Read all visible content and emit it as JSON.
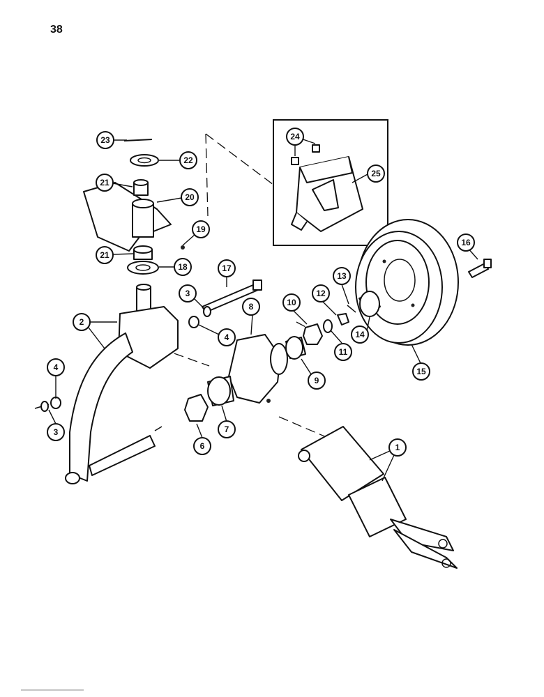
{
  "page_number": "38",
  "callouts": [
    {
      "id": "c23",
      "label": "23"
    },
    {
      "id": "c22",
      "label": "22"
    },
    {
      "id": "c21a",
      "label": "21"
    },
    {
      "id": "c20",
      "label": "20"
    },
    {
      "id": "c19",
      "label": "19"
    },
    {
      "id": "c21b",
      "label": "21"
    },
    {
      "id": "c18",
      "label": "18"
    },
    {
      "id": "c24",
      "label": "24"
    },
    {
      "id": "c25",
      "label": "25"
    },
    {
      "id": "c17",
      "label": "17"
    },
    {
      "id": "c16",
      "label": "16"
    },
    {
      "id": "c3a",
      "label": "3"
    },
    {
      "id": "c8",
      "label": "8"
    },
    {
      "id": "c10",
      "label": "10"
    },
    {
      "id": "c12",
      "label": "12"
    },
    {
      "id": "c13",
      "label": "13"
    },
    {
      "id": "c2",
      "label": "2"
    },
    {
      "id": "c4a",
      "label": "4"
    },
    {
      "id": "c14",
      "label": "14"
    },
    {
      "id": "c11",
      "label": "11"
    },
    {
      "id": "c9",
      "label": "9"
    },
    {
      "id": "c15",
      "label": "15"
    },
    {
      "id": "c4b",
      "label": "4"
    },
    {
      "id": "c3b",
      "label": "3"
    },
    {
      "id": "c6",
      "label": "6"
    },
    {
      "id": "c7",
      "label": "7"
    },
    {
      "id": "c1",
      "label": "1"
    }
  ]
}
